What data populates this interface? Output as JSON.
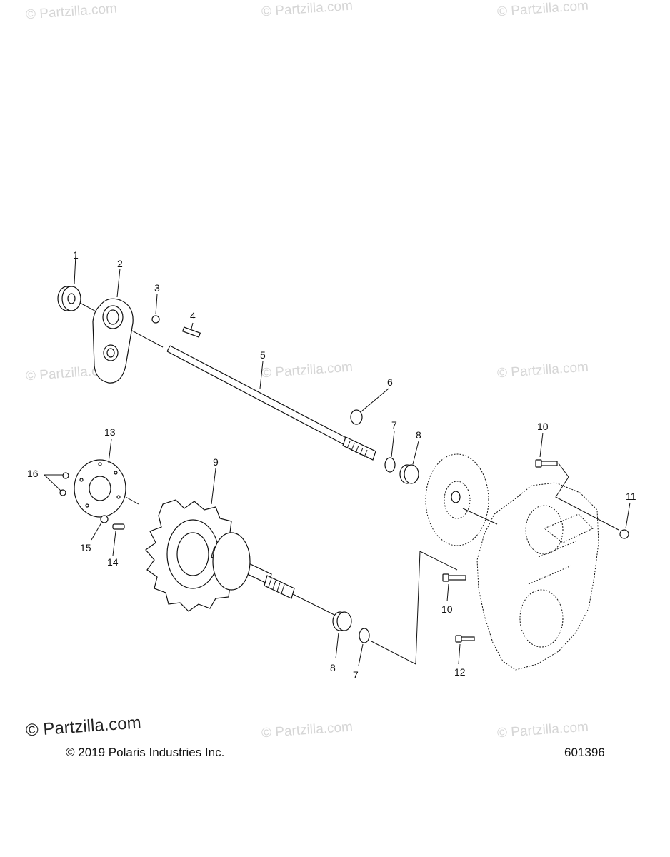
{
  "watermark": "© Partzilla.com",
  "brand_watermark": "© Partzilla.com",
  "copyright": "© 2019 Polaris Industries Inc.",
  "diagram_id": "601396",
  "callouts": {
    "c1": "1",
    "c2": "2",
    "c3": "3",
    "c4": "4",
    "c5": "5",
    "c6": "6",
    "c7a": "7",
    "c7b": "7",
    "c8a": "8",
    "c8b": "8",
    "c9": "9",
    "c10a": "10",
    "c10b": "10",
    "c11": "11",
    "c12": "12",
    "c13": "13",
    "c14": "14",
    "c15": "15",
    "c16": "16"
  }
}
